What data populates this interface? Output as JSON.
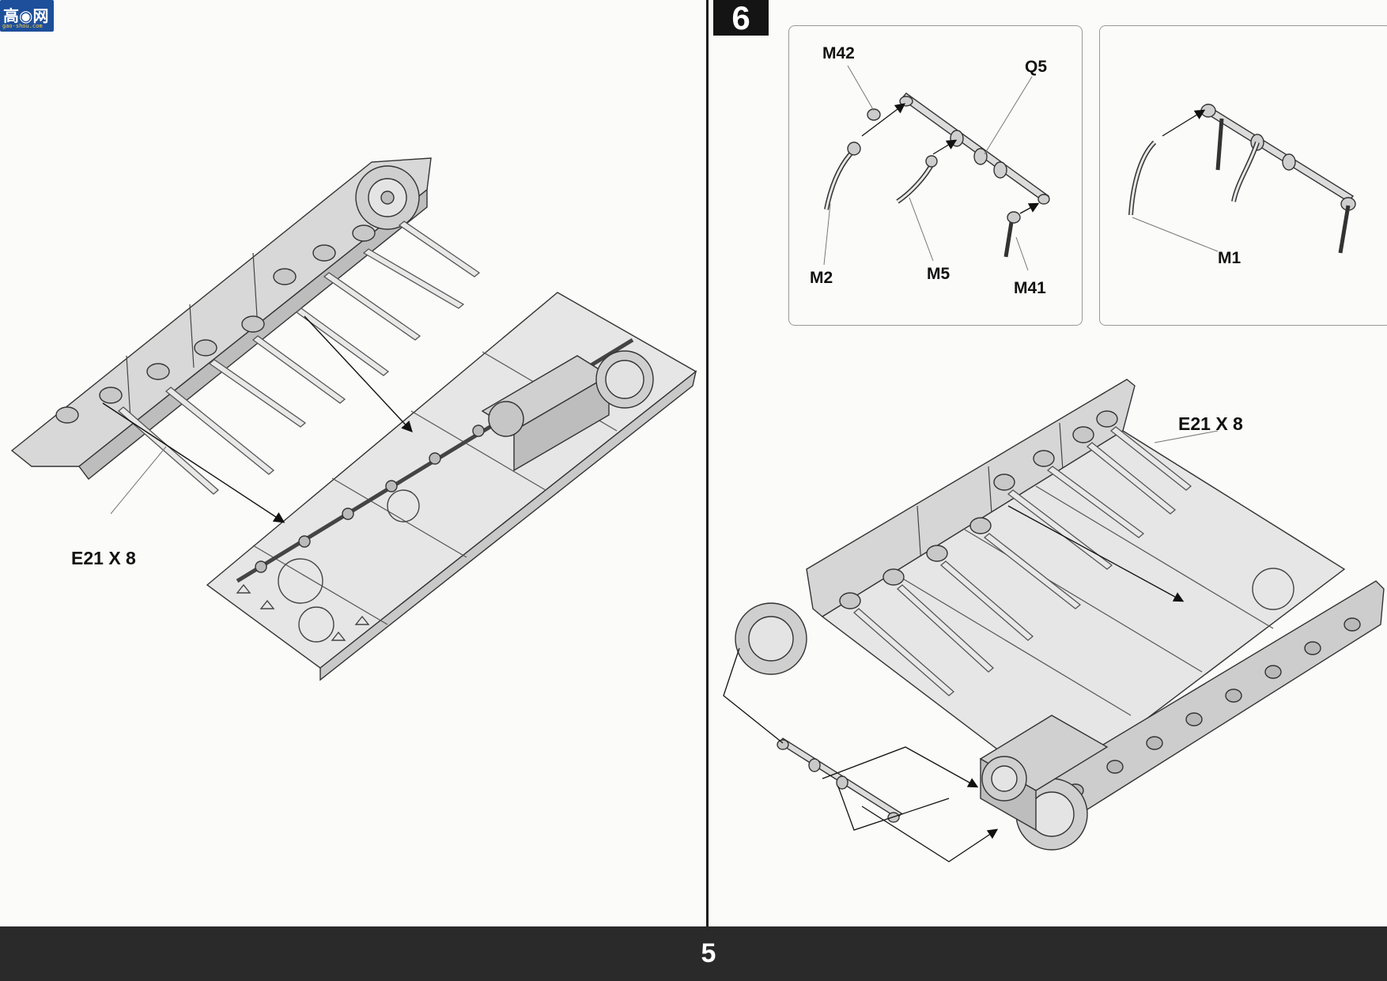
{
  "logo": {
    "glyphs": "高◉网",
    "sub": "gao-shou.com"
  },
  "step": {
    "number": "6"
  },
  "page": {
    "number": "5"
  },
  "left_panel": {
    "part_label": "E21 X 8"
  },
  "right_panel": {
    "callout_a": {
      "labels": {
        "m42": "M42",
        "q5": "Q5",
        "m2": "M2",
        "m5": "M5",
        "m41": "M41"
      }
    },
    "callout_b": {
      "labels": {
        "m1": "M1"
      }
    },
    "part_label": "E21 X 8"
  }
}
